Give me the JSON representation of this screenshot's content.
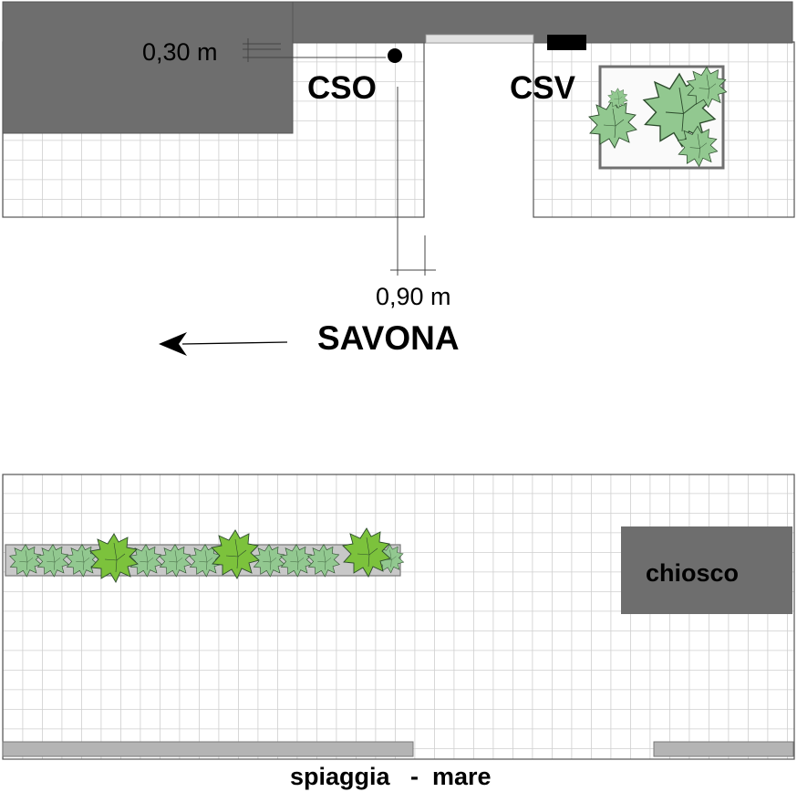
{
  "labels": {
    "dim_top": "0,30 m",
    "dim_mid": "0,90 m",
    "cso": "CSO",
    "csv": "CSV",
    "direction": "SAVONA",
    "kiosk": "chiosco",
    "beach_sea": "spiaggia   -  mare"
  },
  "colors": {
    "building": "#6e6e6e",
    "grid": "#cfcfcf",
    "hedge_light": "#92c890",
    "hedge_bright": "#7cc23c",
    "planter": "#c8c8c8",
    "curb": "#b4b4b4",
    "dark_marker": "#000000",
    "crosswalk": "#e2e2e2"
  },
  "icons": {
    "bush": "bush-icon",
    "arrow": "arrow-left-icon",
    "dot": "marker-dot-icon"
  }
}
